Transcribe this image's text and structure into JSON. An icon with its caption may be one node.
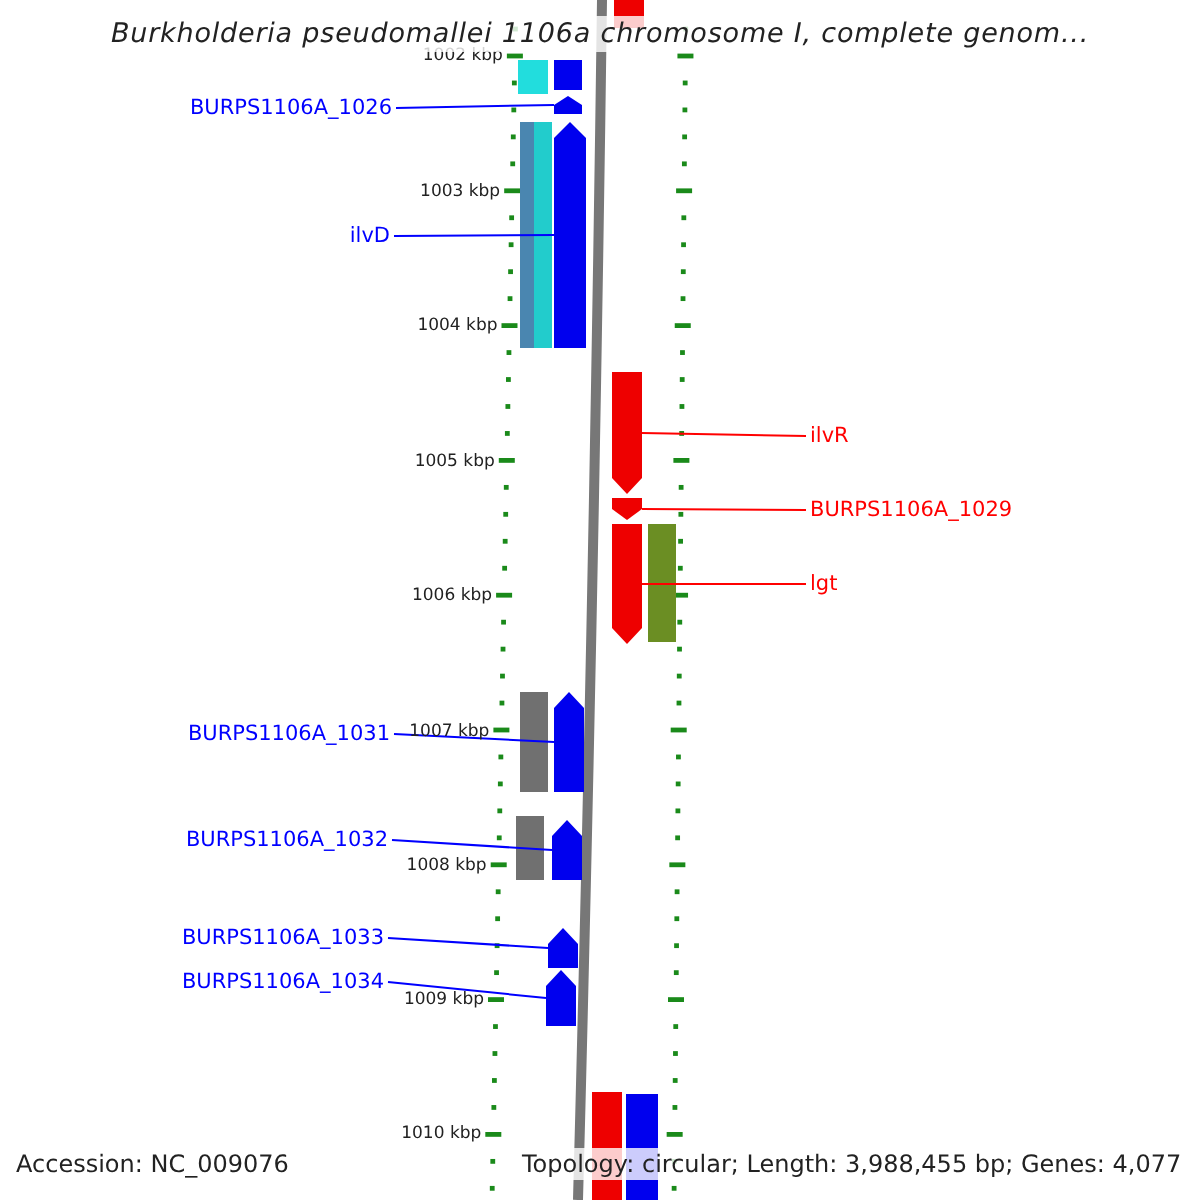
{
  "diagram": {
    "title": "Burkholderia pseudomallei 1106a chromosome I, complete genom...",
    "nodes": [
      {
        "text": [
          "BURPS1106A_1026"
        ]
      },
      {
        "text": [
          "ilvD"
        ]
      },
      {
        "text": [
          "ilvR"
        ]
      },
      {
        "text": [
          "BURPS1106A_1029"
        ]
      },
      {
        "text": [
          "lgt"
        ]
      },
      {
        "text": [
          "BURPS1106A_1031"
        ]
      },
      {
        "text": [
          "BURPS1106A_1032"
        ]
      },
      {
        "text": [
          "BURPS1106A_1033"
        ]
      },
      {
        "text": [
          "BURPS1106A_1034"
        ]
      },
      {
        "text": [],
        "shape": "arrow"
      },
      {
        "text": [],
        "shape": "arrow"
      },
      {
        "text": [],
        "shape": "arrow"
      },
      {
        "text": [],
        "shape": "arrow"
      },
      {
        "text": [],
        "shape": "arrow"
      },
      {
        "text": [],
        "shape": "arrow"
      },
      {
        "text": [],
        "shape": "arrow"
      },
      {
        "text": [],
        "shape": "arrow"
      },
      {
        "text": [],
        "shape": "arrow"
      }
    ],
    "edges": [
      {
        "from": 0,
        "to": 9,
        "arrow": "none"
      },
      {
        "from": 1,
        "to": 10,
        "arrow": "none"
      },
      {
        "from": 2,
        "to": 11,
        "arrow": "none",
        "color": "#ff0000"
      },
      {
        "from": 3,
        "to": 12,
        "arrow": "none",
        "color": "#ff0000"
      },
      {
        "from": 4,
        "to": 13,
        "arrow": "none",
        "color": "#ff0000"
      },
      {
        "from": 5,
        "to": 14,
        "arrow": "none"
      },
      {
        "from": 6,
        "to": 15,
        "arrow": "none"
      },
      {
        "from": 7,
        "to": 16,
        "arrow": "none"
      },
      {
        "from": 8,
        "to": 17,
        "arrow": "none"
      }
    ],
    "labels": [
      "1002 kbp",
      "1003 kbp",
      "1004 kbp",
      "1005 kbp",
      "1006 kbp",
      "1007 kbp",
      "1008 kbp",
      "1009 kbp",
      "1010 kbp",
      "Accession: NC_009076",
      "Topology: circular; Length: 3,988,455 bp; Genes: 4,077"
    ]
  }
}
